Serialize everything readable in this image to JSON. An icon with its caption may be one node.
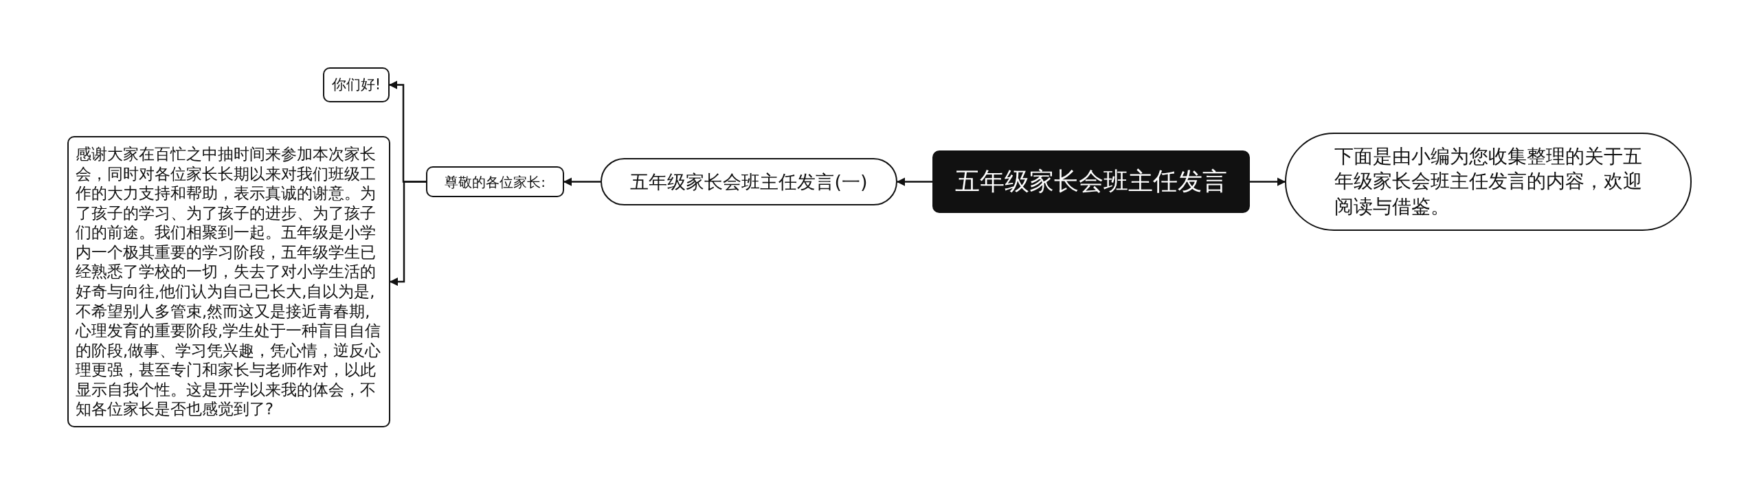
{
  "diagram": {
    "nodes": [
      {
        "text": [
          "五年级家长会班主任发言"
        ]
      },
      {
        "text": [
          "下面是由小编为您收集整理的关于五年级家长会班主任发言的内容，欢迎阅读与借鉴。"
        ]
      },
      {
        "text": [
          "五年级家长会班主任发言(一)"
        ]
      },
      {
        "text": [
          "尊敬的各位家长:"
        ]
      },
      {
        "text": [
          "你们好!"
        ]
      },
      {
        "text": [
          "感谢大家在百忙之中抽时间来参加本次家长会，同时对各位家长长期以来对我们班级工作的大力支持和帮助，表示真诚的谢意。为了孩子的学习、为了孩子的进步、为了孩子们的前途。我们相聚到一起。五年级是小学内一个极其重要的学习阶段，五年级学生已经熟悉了学校的一切，失去了对小学生活的好奇与向往,他们认为自己已长大,自以为是,不希望别人多管束,然而这又是接近青春期,心理发育的重要阶段,学生处于一种盲目自信的阶段,做事、学习凭兴趣，凭心情，逆反心理更强，甚至专门和家长与老师作对，以此显示自我个性。这是开学以来我的体会，不知各位家长是否也感觉到了?"
        ]
      }
    ],
    "edges": [
      {
        "from": 0,
        "to": 1,
        "arrow": "to"
      },
      {
        "from": 0,
        "to": 2,
        "arrow": "to"
      },
      {
        "from": 2,
        "to": 3,
        "arrow": "to"
      },
      {
        "from": 3,
        "to": 4,
        "arrow": "to"
      },
      {
        "from": 3,
        "to": 5,
        "arrow": "to"
      }
    ]
  }
}
